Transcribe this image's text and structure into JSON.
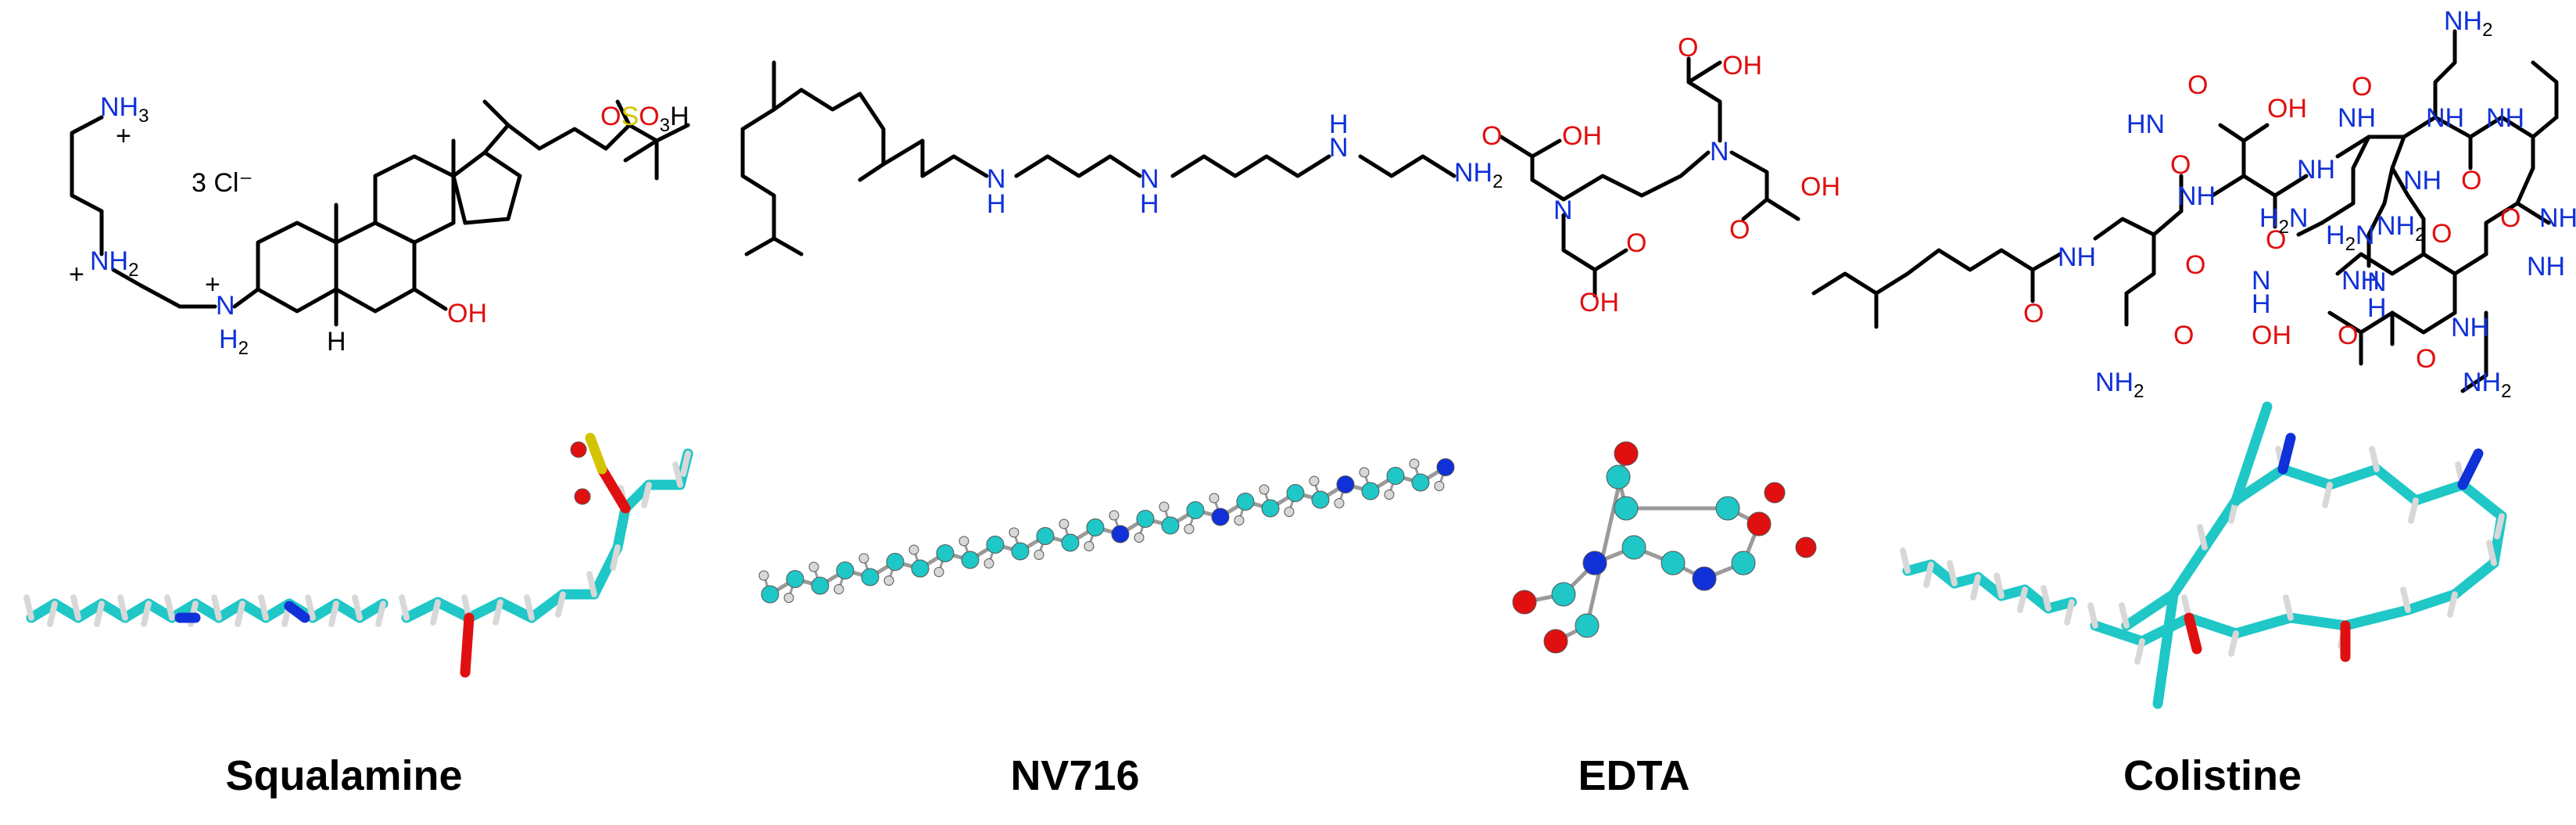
{
  "molecules": [
    {
      "name": "Squalamine",
      "counterion": "3 Cl⁻",
      "atoms": {
        "nh3": "NH",
        "nh3_sub": "3",
        "nh2a": "NH",
        "nh2a_sub": "2",
        "nh2b_n": "N",
        "nh2b_h": "H",
        "nh2b_sub": "2",
        "plus": "+",
        "oh": "OH",
        "h": "H",
        "so3_o": "O",
        "so3_s": "S",
        "so3_o3": "O",
        "so3_sub": "3",
        "so3_h": "H"
      }
    },
    {
      "name": "NV716",
      "atoms": {
        "nh": "N",
        "h": "H",
        "nh2": "NH",
        "nh2_sub": "2"
      }
    },
    {
      "name": "EDTA",
      "atoms": {
        "n": "N",
        "o": "O",
        "oh": "OH"
      }
    },
    {
      "name": "Colistine",
      "atoms": {
        "n": "N",
        "h": "H",
        "nh": "NH",
        "hn": "HN",
        "o": "O",
        "oh": "OH",
        "nh2": "NH",
        "nh2_sub": "2",
        "h2n": "H",
        "h2n_sub": "2",
        "h2n_n": "N"
      }
    }
  ],
  "colors": {
    "carbon": "#1fc7c7",
    "nitrogen": "#1030d8",
    "oxygen": "#e01010",
    "sulfur": "#d4c400",
    "hydrogen": "#d8d8d8"
  }
}
